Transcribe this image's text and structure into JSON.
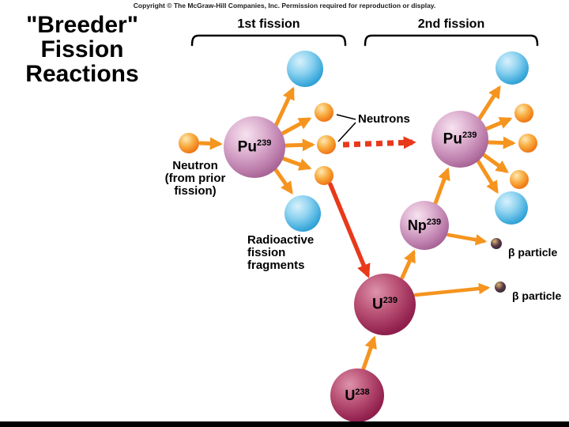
{
  "copyright": "Copyright © The McGraw-Hill Companies, Inc. Permission required for reproduction or display.",
  "title_lines": [
    "\"Breeder\"",
    "Fission",
    "Reactions"
  ],
  "section_labels": {
    "first": "1st fission",
    "second": "2nd fission"
  },
  "labels": {
    "neutron_source_lines": [
      "Neutron",
      "(from prior",
      "fission)"
    ],
    "neutrons": "Neutrons",
    "fragments_lines": [
      "Radioactive",
      "fission",
      "fragments"
    ],
    "beta_particle": "β particle"
  },
  "nuclides": {
    "pu239_first": {
      "symbol": "Pu",
      "mass": "239"
    },
    "pu239_second": {
      "symbol": "Pu",
      "mass": "239"
    },
    "np239": {
      "symbol": "Np",
      "mass": "239"
    },
    "u239": {
      "symbol": "U",
      "mass": "239"
    },
    "u238": {
      "symbol": "U",
      "mass": "238"
    }
  },
  "colors": {
    "plutonium_sphere": "#bb7cab",
    "uranium_sphere": "#93224f",
    "neutron_sphere": "#ef7514",
    "fission_fragment_sphere": "#38a7da",
    "arrow_orange": "#f5941e",
    "arrow_red": "#e8391b",
    "text": "#000000",
    "background": "#ffffff"
  }
}
